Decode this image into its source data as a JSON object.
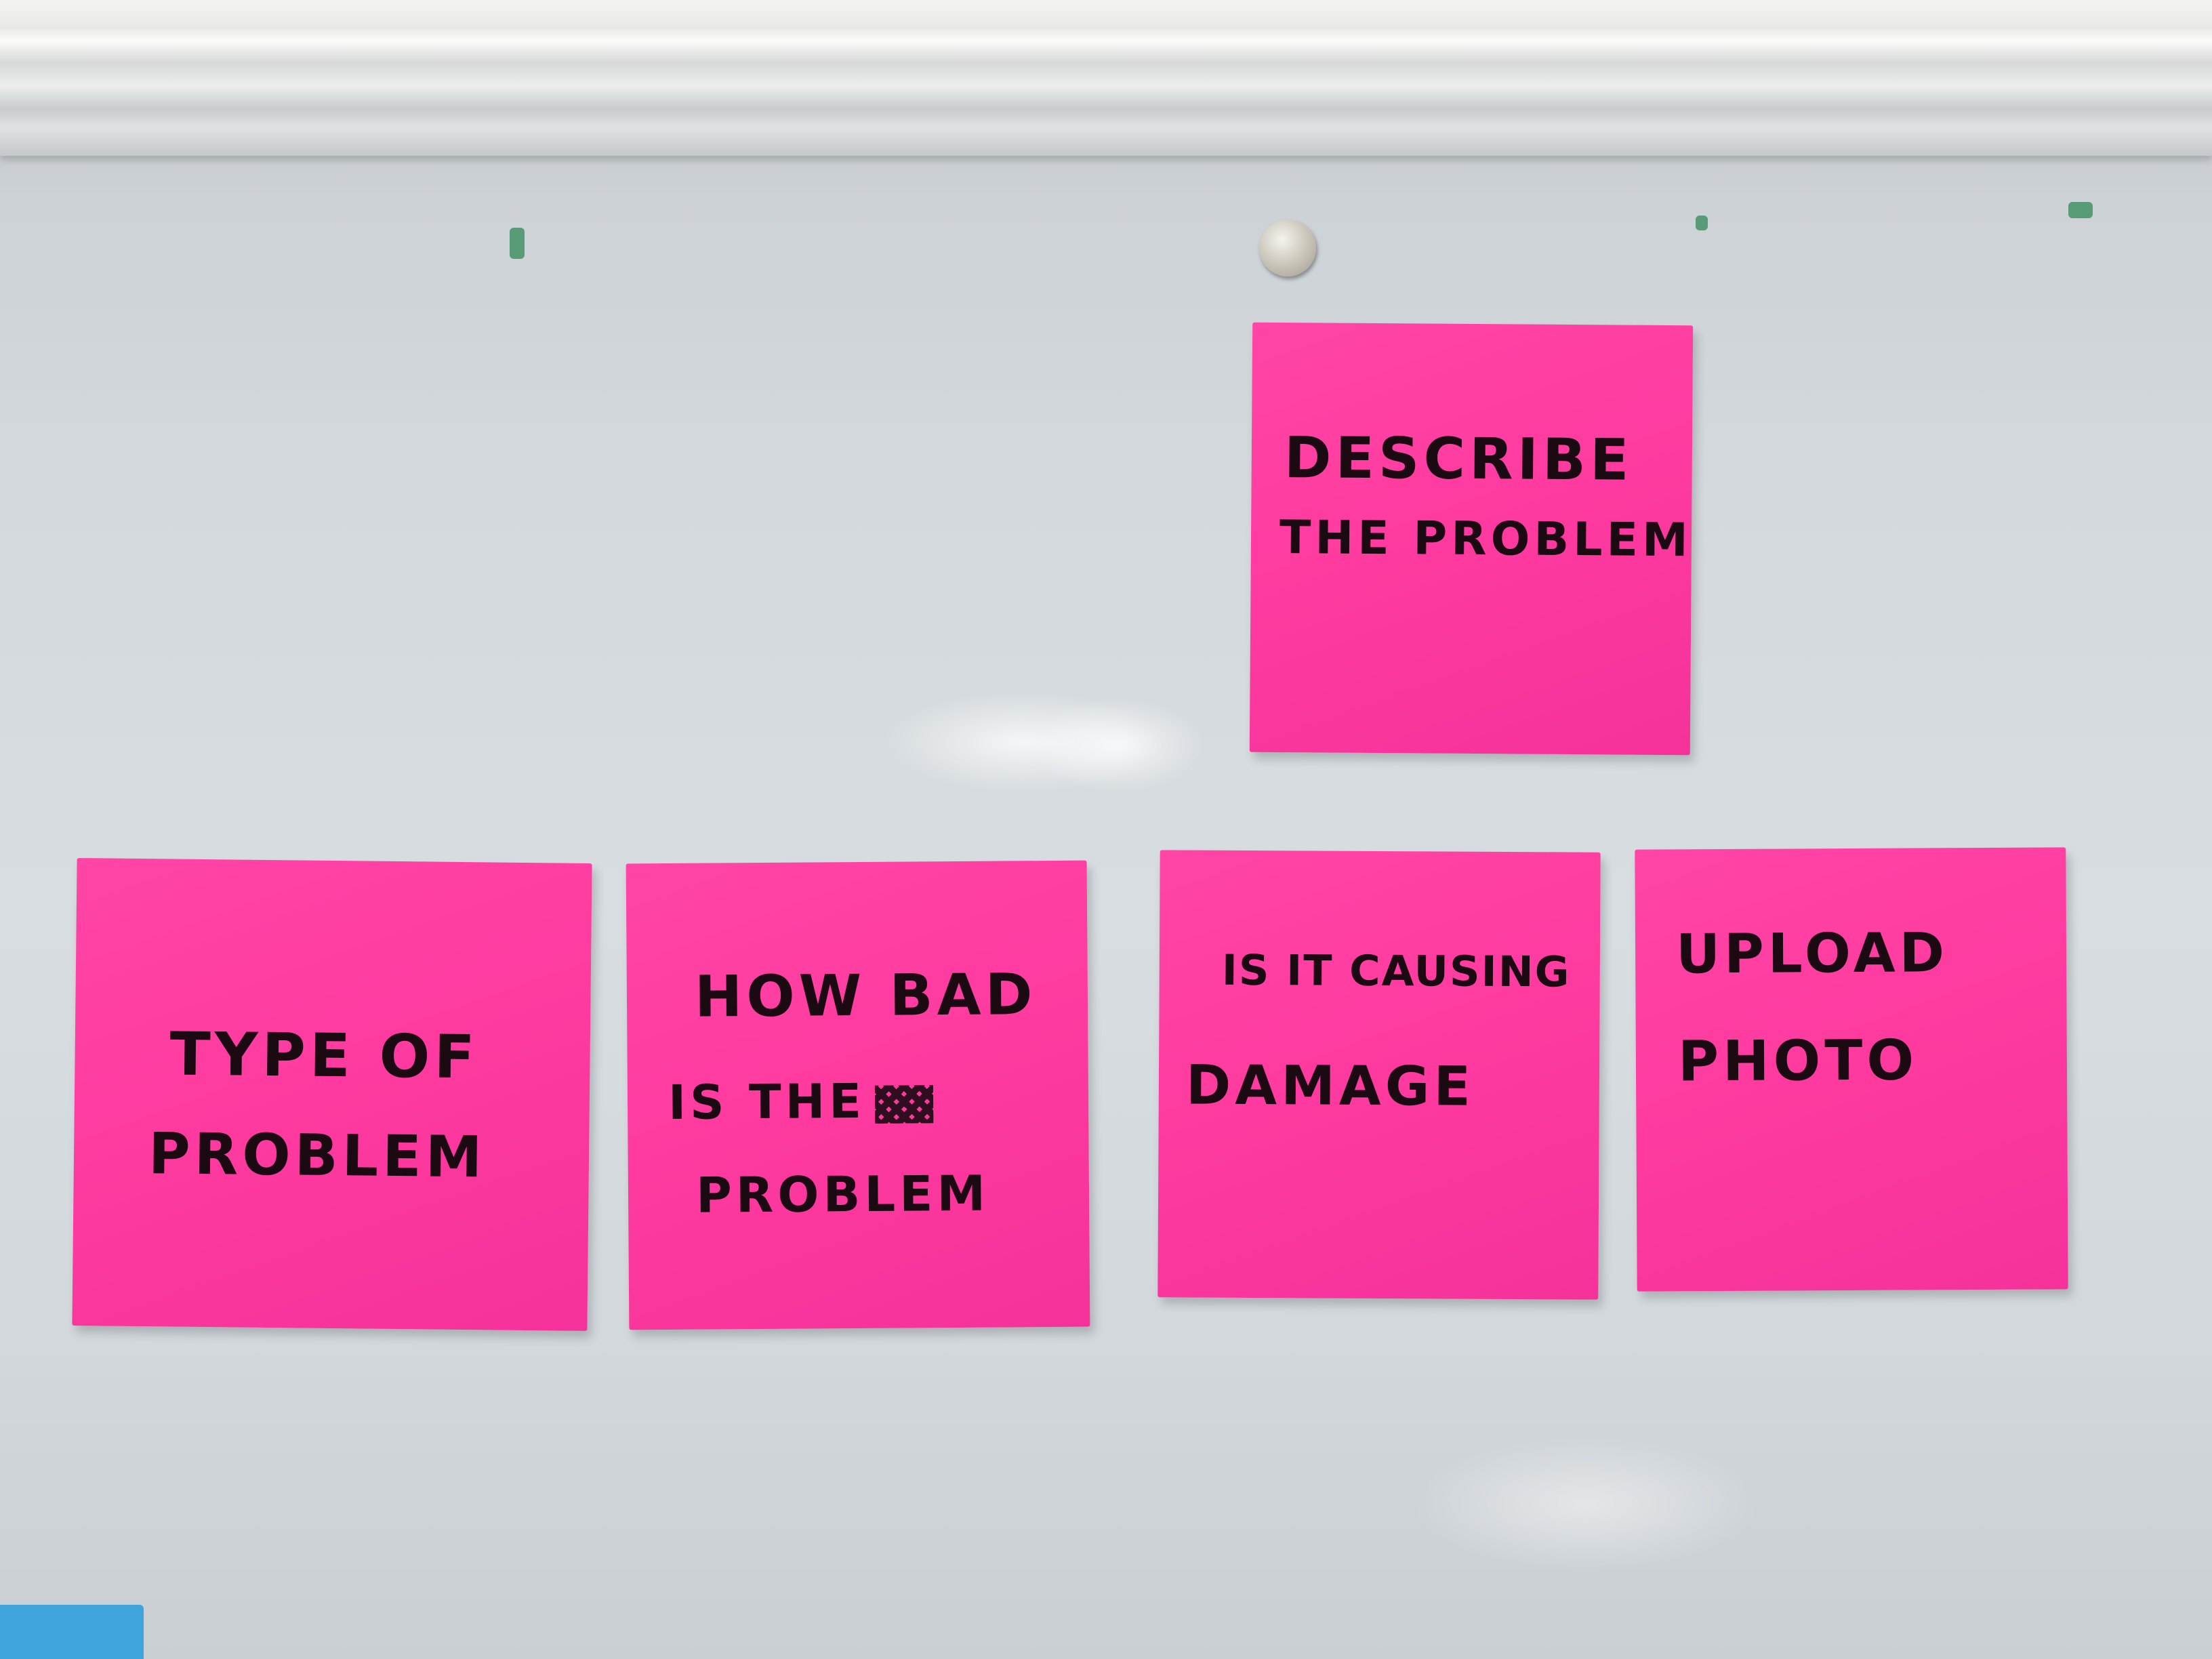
{
  "notes": [
    {
      "id": "describe",
      "lines": [
        "DESCRIBE",
        "THE PROBLEM"
      ],
      "color": "#ff3ba0"
    },
    {
      "id": "type",
      "lines": [
        "TYPE OF",
        "PROBLEM"
      ],
      "color": "#ff3ba0"
    },
    {
      "id": "how-bad",
      "lines": [
        "HOW BAD",
        "IS THE",
        "PROBLEM"
      ],
      "color": "#ff3ba0"
    },
    {
      "id": "damage",
      "lines": [
        "IS IT CAUSING",
        "DAMAGE"
      ],
      "color": "#ff3ba0"
    },
    {
      "id": "upload",
      "lines": [
        "UPLOAD",
        "PHOTO"
      ],
      "color": "#ff3ba0"
    }
  ],
  "colors": {
    "whiteboard": "#d5dbdf",
    "sticky_note": "#ff3ba0",
    "ink": "#1b0a12"
  }
}
